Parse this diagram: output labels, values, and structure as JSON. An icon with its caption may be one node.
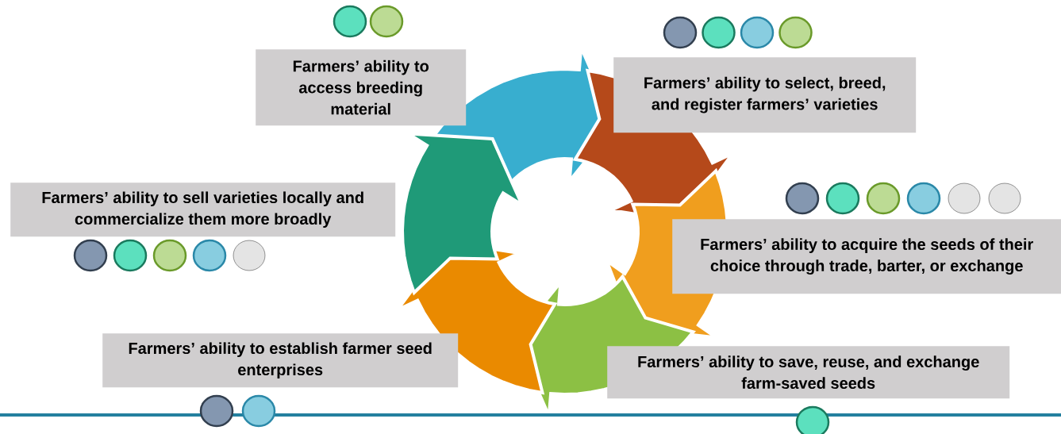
{
  "diagram": {
    "nodes": [
      {
        "text": [
          "Farmers’ ability to access breeding material"
        ]
      },
      {
        "text": [
          "Farmers’ ability to select, breed, and register farmers’ varieties"
        ]
      },
      {
        "text": [
          "Farmers’ ability to acquire the seeds of their choice through trade, barter, or exchange"
        ]
      },
      {
        "text": [
          "Farmers’ ability to save, reuse, and exchange farm-saved seeds"
        ]
      },
      {
        "text": [
          "Farmers’ ability to establish  farmer seed enterprises"
        ]
      },
      {
        "text": [
          "Farmers’ ability to sell varieties locally and commercialize them more broadly"
        ]
      }
    ],
    "edges": []
  }
}
